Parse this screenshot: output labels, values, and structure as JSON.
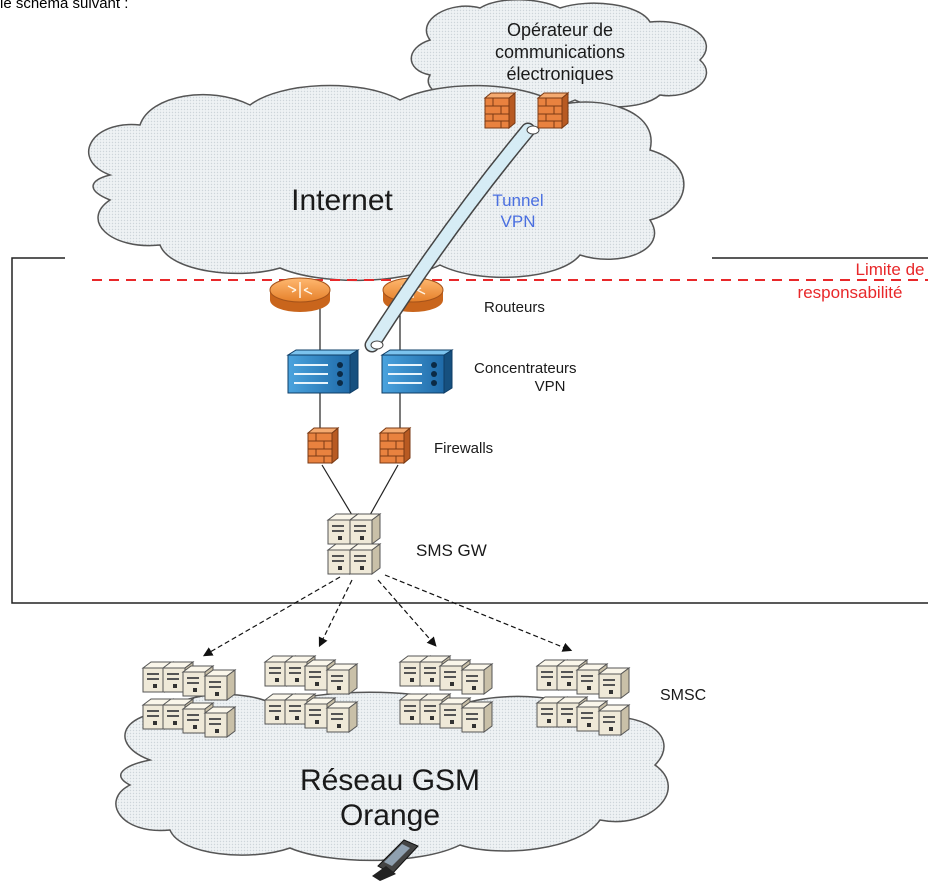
{
  "intro_text": "le schéma suivant :",
  "clouds": {
    "operator": [
      "Opérateur de",
      "communications",
      "électroniques"
    ],
    "internet": "Internet",
    "gsm": [
      "Réseau GSM",
      "Orange"
    ]
  },
  "tunnel_label": [
    "Tunnel",
    "VPN"
  ],
  "boundary_label": [
    "Limite de",
    "responsabilité"
  ],
  "labels": {
    "routers": "Routeurs",
    "concentrators": [
      "Concentrateurs",
      "VPN"
    ],
    "firewalls": "Firewalls",
    "gateway": "SMS GW",
    "smsc": "SMSC"
  },
  "colors": {
    "cloud_fill": "#e8edf0",
    "router": "#f59a3c",
    "concentrator": "#2f86c8",
    "firewall": "#e9823f",
    "tunnel": "#cfe8f2",
    "boundary": "#e8282a",
    "tunnel_text": "#4a6fe0"
  }
}
